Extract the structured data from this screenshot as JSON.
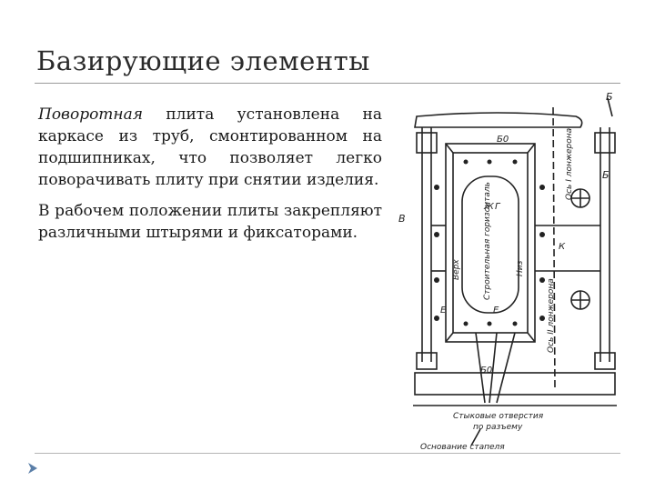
{
  "slide": {
    "title": "Базирующие элементы",
    "paragraph1_em": "Поворотная",
    "paragraph1_rest": " плита установлена на каркасе из труб, смонтированном на подшипниках, что позволяет легко поворачивать плиту при снятии изделия.",
    "paragraph2": "В рабочем положении плиты закрепляют различными штырями и фиксаторами."
  },
  "drawing_labels": {
    "b_top": "Б",
    "b_mid": "Б",
    "b60_top": "Б0",
    "b60_bottom": "Б0",
    "v_left": "В",
    "k": "К",
    "e_left": "Е",
    "e_right": "Е",
    "zh": "Ж",
    "g": "Г",
    "axis1": "Ось I лонжерона",
    "axis2": "Ось II лонжерона",
    "verh": "Верх",
    "stroit": "Строительная горизонталь",
    "niz": "Низ",
    "stykovye_1": "Стыковые отверстия",
    "stykovye_2": "по разъему",
    "osnovanie": "Основание стапеля"
  },
  "colors": {
    "bullet": "#5b7fa8",
    "rule": "#9a9a9a",
    "line": "#222222"
  }
}
